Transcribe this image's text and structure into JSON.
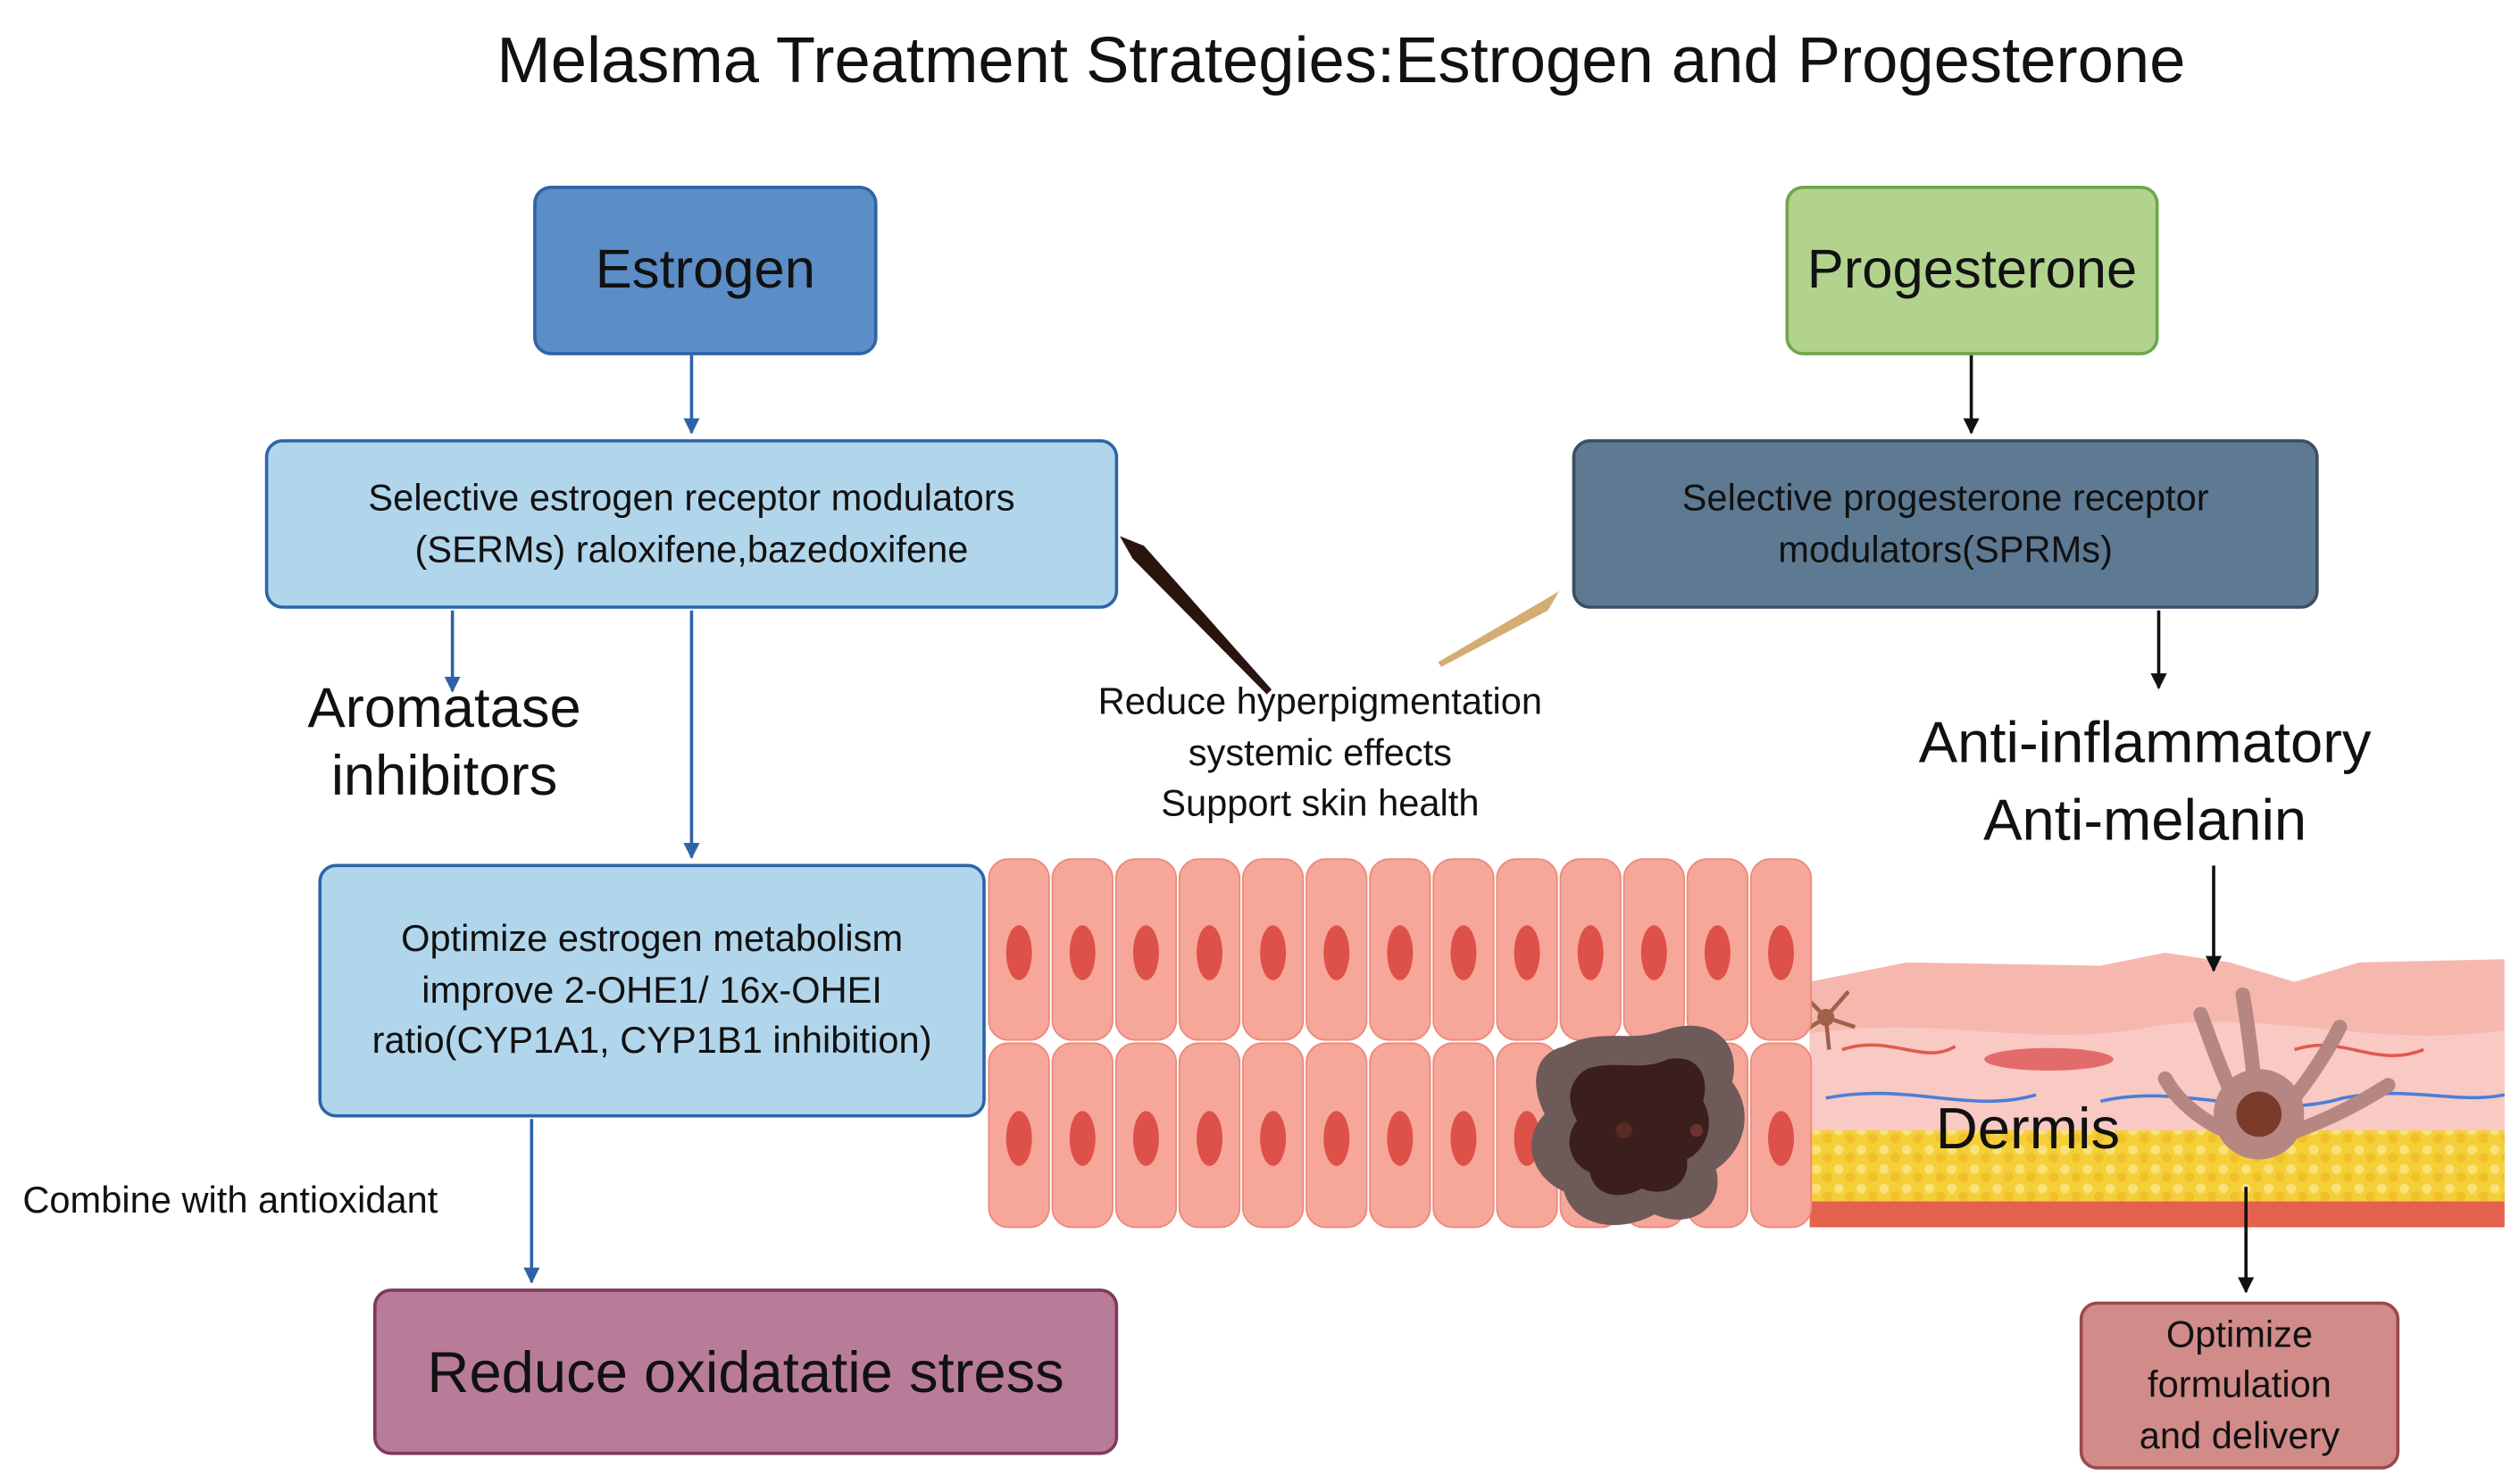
{
  "title": "Melasma Treatment Strategies:Estrogen and Progesterone",
  "boxes": {
    "estrogen": "Estrogen",
    "progesterone": "Progesterone",
    "serms": "Selective estrogen receptor modulators\n(SERMs) raloxifene,bazedoxifene",
    "sprms": "Selective progesterone receptor\nmodulators(SPRMs)",
    "metabolism": "Optimize estrogen metabolism\nimprove 2-OHE1/ 16x-OHEI\nratio(CYP1A1, CYP1B1 inhibition)",
    "oxidative": "Reduce oxidatatie stress",
    "formulation": "Optimize\nformulation\nand delivery"
  },
  "labels": {
    "aromatase": "Aromatase\ninhibitors",
    "reduce": "Reduce hyperpigmentation\nsystemic effects\nSupport skin health",
    "anti": "Anti-inflammatory\nAnti-melanin",
    "combine": "Combine with antioxidant",
    "dermis": "Dermis"
  },
  "colors": {
    "estrogen_fill": "#5b8dc6",
    "progesterone_fill": "#b2d38e",
    "serm_fill": "#b1d6ec",
    "sprm_fill": "#5e7a93",
    "oxidative_fill": "#b97c98",
    "formulation_fill": "#d18b89",
    "blue_arrow": "#2f63a8",
    "cell_fill": "#f6a79a",
    "nucleus": "#de5148",
    "skin_top": "#f6b8ae",
    "fat": "#f5cf38"
  }
}
